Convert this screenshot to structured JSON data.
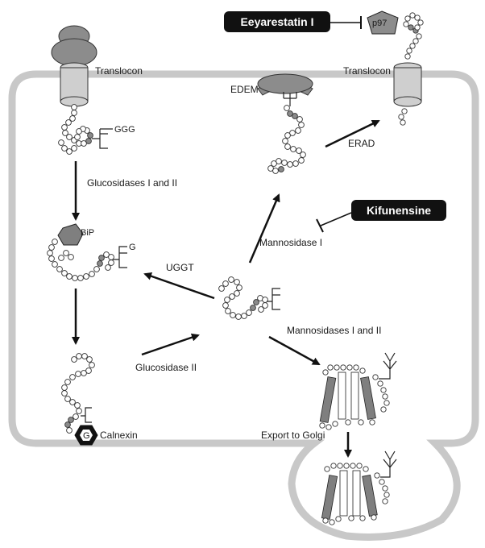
{
  "colors": {
    "cell_outline": "#c8c8c8",
    "ribosome": "#8c8c8c",
    "translocon": "#cfcfcf",
    "inhibitor_box": "#111111",
    "chaperone": "#7f7f7f"
  },
  "labels": {
    "translocon_left": "Translocon",
    "translocon_right": "Translocon",
    "sugar_ggg": "GGG",
    "glucosidases_1_2": "Glucosidases I and II",
    "bip": "BiP",
    "sugar_g_bip": "G",
    "ugtt": "UGGT",
    "glucosidase_2": "Glucosidase II",
    "calnexin": "Calnexin",
    "calnexin_g": "G",
    "edem": "EDEM",
    "erad": "ERAD",
    "mannosidase_1": "Mannosidase I",
    "mannosidases_1_2": "Mannosidases I and II",
    "export_golgi": "Export to Golgi",
    "p97": "p97"
  },
  "inhibitors": {
    "eeyarestatin": "Eeyarestatin I",
    "kifunensine": "Kifunensine"
  }
}
